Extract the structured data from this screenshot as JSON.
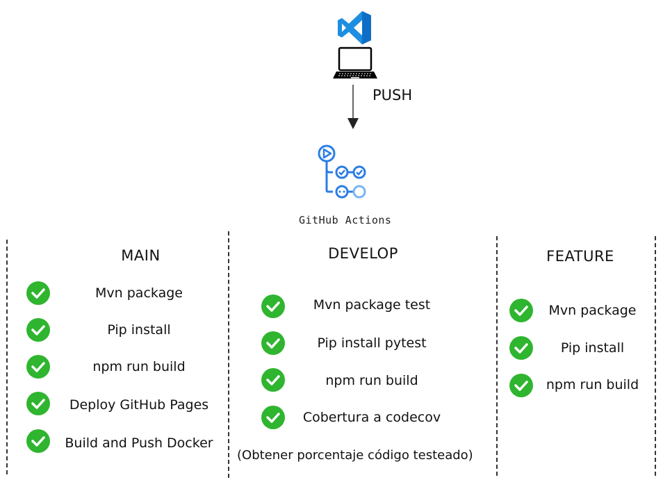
{
  "top": {
    "push_label": "PUSH",
    "github_actions_label": "GitHub Actions"
  },
  "colors": {
    "check_green": "#2FB52F",
    "vscode_blue": "#1E8EE0",
    "actions_blue": "#2B7DE6",
    "actions_light_blue": "#79B4F5"
  },
  "columns": [
    {
      "title": "MAIN",
      "items": [
        "Mvn package",
        "Pip install",
        "npm run build",
        "Deploy GitHub Pages",
        "Build and Push Docker"
      ]
    },
    {
      "title": "DEVELOP",
      "items": [
        "Mvn package test",
        "Pip install pytest",
        "npm run build",
        "Cobertura a codecov"
      ],
      "note": "(Obtener porcentaje código testeado)"
    },
    {
      "title": "FEATURE",
      "items": [
        "Mvn package",
        "Pip install",
        "npm run build"
      ]
    }
  ]
}
